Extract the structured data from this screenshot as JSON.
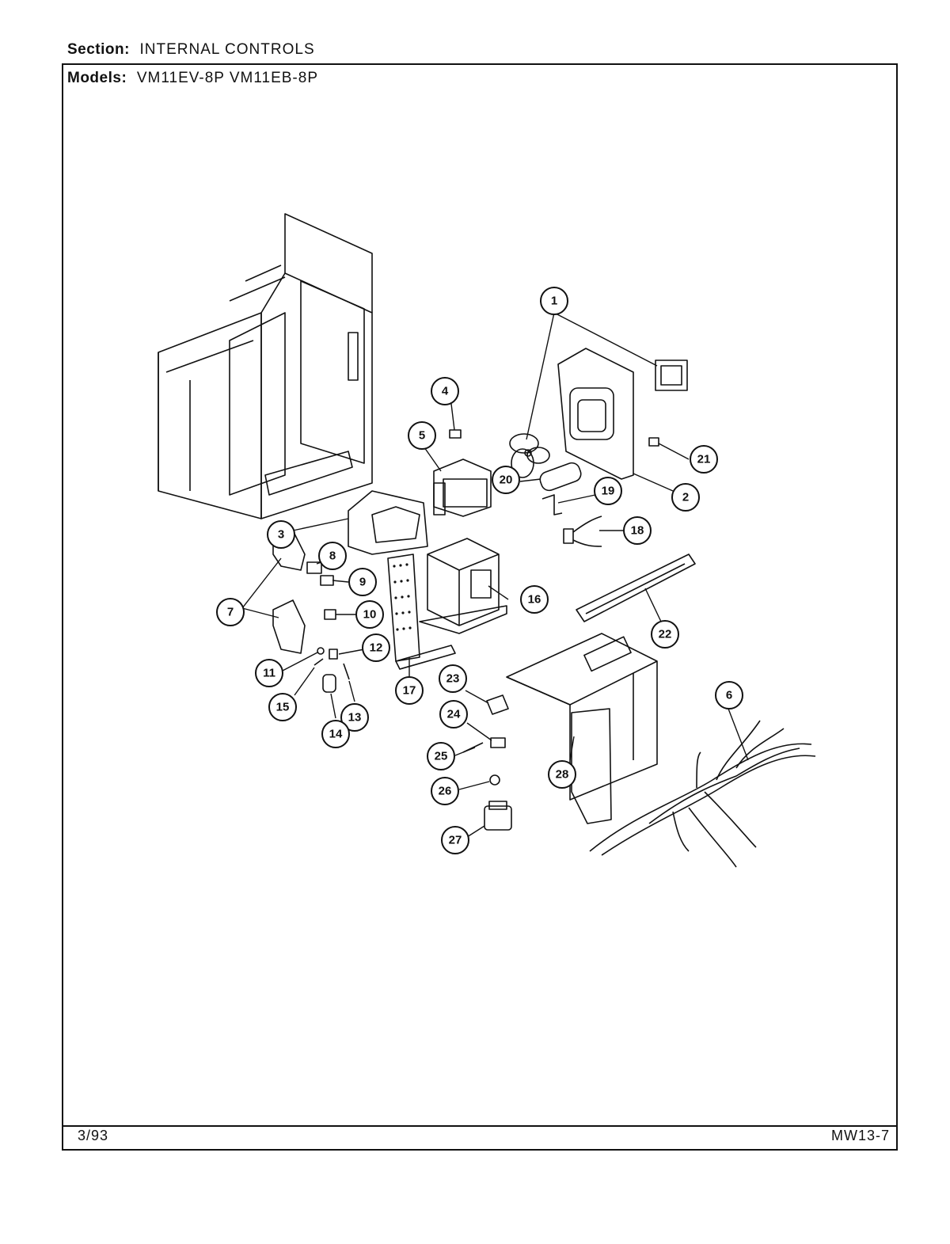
{
  "header": {
    "section_label": "Section:",
    "section_value": "INTERNAL CONTROLS",
    "models_label": "Models:",
    "models_value": "VM11EV-8P VM11EB-8P"
  },
  "footer": {
    "date": "3/93",
    "page_code": "MW13-7"
  },
  "callouts": [
    "1",
    "2",
    "3",
    "4",
    "5",
    "6",
    "7",
    "8",
    "9",
    "10",
    "11",
    "12",
    "13",
    "14",
    "15",
    "16",
    "17",
    "18",
    "19",
    "20",
    "21",
    "22",
    "23",
    "24",
    "25",
    "26",
    "27",
    "28"
  ]
}
